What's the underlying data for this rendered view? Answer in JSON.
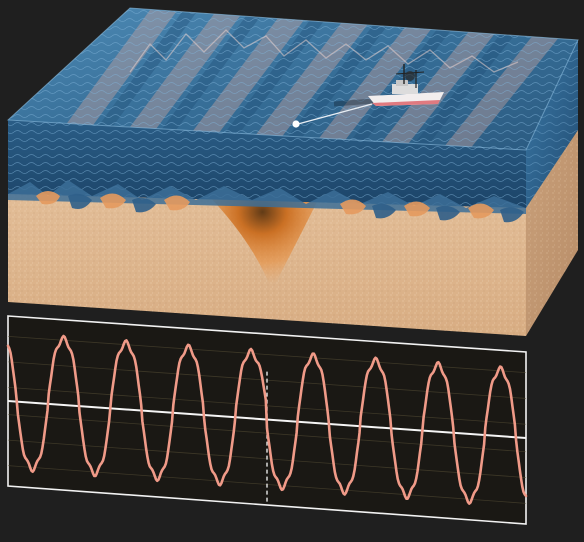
{
  "colors": {
    "background": "#1f1f1f",
    "water_top": "#3f7ea8",
    "water_deep": "#1b3f60",
    "seabed": "#dcb58f",
    "anomaly": "#d9781f",
    "signal_line": "#f09a88",
    "panel_bg": "#1a1814",
    "panel_border": "#f2f2f2"
  },
  "icons": {
    "ship": "survey-ship-icon",
    "sound_pulse": "sound-pulse-icon"
  },
  "signal": {
    "cycles": 8.3,
    "amplitude_fraction": 0.78,
    "marker_fraction": 0.5,
    "peak_spike_fraction": 0.5
  }
}
